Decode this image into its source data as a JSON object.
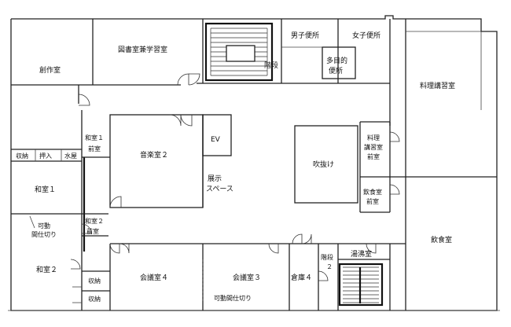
{
  "rooms": {
    "sosaku": "創作室",
    "toshoshitsu": "図書室兼学習室",
    "kaidan_top": "階段",
    "danshi_benjo": "男子便所",
    "joshi_benjo": "女子便所",
    "tamokuteki_1": "多目的",
    "tamokuteki_2": "便所",
    "ryori_koshu": "料理講習室",
    "washitsu1_zen_1": "和室１",
    "washitsu1_zen_2": "前室",
    "ongaku2": "音楽室２",
    "ev": "EV",
    "fukinuke": "吹抜け",
    "ryori_zen_1": "料理",
    "ryori_zen_2": "講習室",
    "ryori_zen_3": "前室",
    "shunou_1": "収納",
    "oshiire": "押入",
    "mizuya": "水屋",
    "washitsu1": "和室１",
    "tenji_1": "展示",
    "tenji_2": "スペース",
    "inshoku_zen_1": "飲食室",
    "inshoku_zen_2": "前室",
    "kado_1": "可動",
    "kado_2": "間仕切り",
    "washitsu2_zen_1": "和室２",
    "washitsu2_zen_2": "前室",
    "washitsu2": "和室２",
    "inshoku": "飲食室",
    "yufushitsu": "湯沸室",
    "kaidan2_1": "階段",
    "kaidan2_2": "２",
    "shunou_2": "収納",
    "shunou_3": "収納",
    "kaigi4": "会議室４",
    "kaigi3": "会議室３",
    "soko4": "倉庫４",
    "kado_kaigi": "可動間仕切り"
  }
}
